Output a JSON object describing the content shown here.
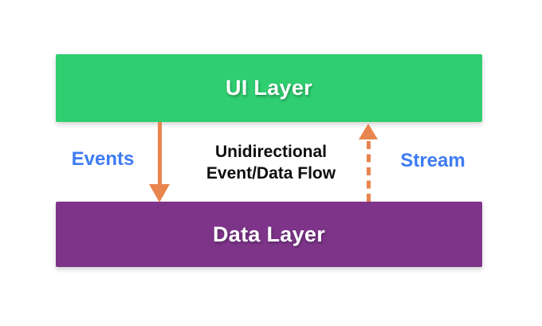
{
  "colors": {
    "background": "#ffffff",
    "ui_layer": "#2fce71",
    "data_layer": "#7d3489",
    "arrow_orange": "#e8854e",
    "label_blue": "#3e7bf2",
    "caption_text": "#0d0d0d",
    "layer_text": "#ffffff"
  },
  "layers": {
    "ui": {
      "label": "UI Layer"
    },
    "data": {
      "label": "Data Layer"
    }
  },
  "flows": {
    "events": {
      "label": "Events",
      "direction": "down",
      "line_style": "solid"
    },
    "stream": {
      "label": "Stream",
      "direction": "up",
      "line_style": "dashed"
    }
  },
  "center_caption": {
    "line1": "Unidirectional",
    "line2": "Event/Data Flow"
  }
}
